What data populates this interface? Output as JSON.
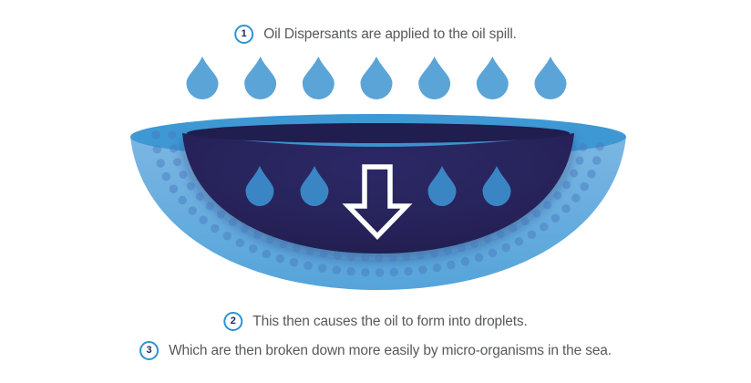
{
  "title": "Oil dispersant process diagram",
  "steps": [
    {
      "number": "1",
      "text": "Oil Dispersants are applied to the oil spill."
    },
    {
      "number": "2",
      "text": "This then causes the oil to form into droplets."
    },
    {
      "number": "3",
      "text": "Which are then broken down more easily by micro-organisms in the sea."
    }
  ],
  "figure": {
    "top_droplets_count": 7,
    "bowl_droplets_count": 4,
    "icons": [
      "dispersant-droplet-icon",
      "oil-droplet-icon",
      "down-arrow-icon"
    ],
    "colors": {
      "droplet_light": "#5BA4D7",
      "droplet_medium": "#3A86C4",
      "rim_blue": "#3E98D4",
      "body_light": "#7BB6E3",
      "body_deep": "#55A4DA",
      "bowl_navy_center": "#2B2866",
      "bowl_navy_mid": "#262258",
      "bowl_navy_edge": "#1E1B4A",
      "oil_surface": "#201D4F",
      "dots": "rgba(70,120,190,0.45)",
      "shadow": "rgba(25,28,78,0.35)",
      "step_circle_ring": "#2E93D1",
      "step_number": "#1C2A5E",
      "step_text": "#58595B",
      "arrow_white": "#FFFFFF",
      "background": "#FFFFFF"
    }
  }
}
